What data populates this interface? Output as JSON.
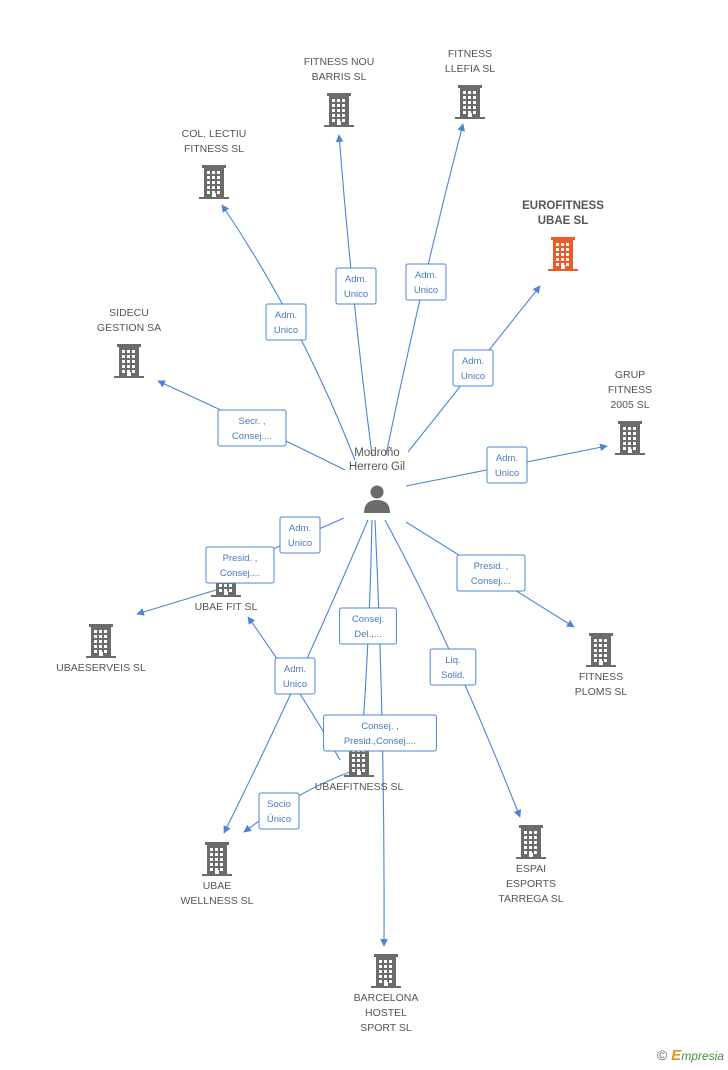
{
  "person": {
    "id": "person",
    "lines": [
      "Modroño",
      "Herrero Gil"
    ]
  },
  "companies": [
    {
      "id": "fitness_nou_barris",
      "lines": [
        "FITNESS NOU",
        "BARRIS SL"
      ],
      "highlight": false
    },
    {
      "id": "fitness_llefia",
      "lines": [
        "FITNESS",
        "LLEFIA SL"
      ],
      "highlight": false
    },
    {
      "id": "col_lectiu",
      "lines": [
        "COL. LECTIU",
        "FITNESS SL"
      ],
      "highlight": false
    },
    {
      "id": "eurofitness_ubae",
      "lines": [
        "EUROFITNESS",
        "UBAE SL"
      ],
      "highlight": true
    },
    {
      "id": "sidecu",
      "lines": [
        "SIDECU",
        "GESTION SA"
      ],
      "highlight": false
    },
    {
      "id": "grup_fitness",
      "lines": [
        "GRUP",
        "FITNESS",
        "2005 SL"
      ],
      "highlight": false
    },
    {
      "id": "ubae_fit",
      "lines": [
        "UBAE FIT SL"
      ],
      "highlight": false
    },
    {
      "id": "ubaeserveis",
      "lines": [
        "UBAESERVEIS SL"
      ],
      "highlight": false
    },
    {
      "id": "fitness_ploms",
      "lines": [
        "FITNESS",
        "PLOMS SL"
      ],
      "highlight": false
    },
    {
      "id": "ubaefitness",
      "lines": [
        "UBAEFITNESS SL"
      ],
      "highlight": false
    },
    {
      "id": "ubae_wellness",
      "lines": [
        "UBAE",
        "WELLNESS SL"
      ],
      "highlight": false
    },
    {
      "id": "espai_esports",
      "lines": [
        "ESPAI",
        "ESPORTS",
        "TARREGA SL"
      ],
      "highlight": false
    },
    {
      "id": "barcelona_hostel",
      "lines": [
        "BARCELONA",
        "HOSTEL",
        "SPORT  SL"
      ],
      "highlight": false
    }
  ],
  "edges": [
    {
      "from": "person",
      "to": "fitness_nou_barris",
      "label": [
        "Adm.",
        "Unico"
      ]
    },
    {
      "from": "person",
      "to": "fitness_llefia",
      "label": [
        "Adm.",
        "Unico"
      ]
    },
    {
      "from": "person",
      "to": "col_lectiu",
      "label": [
        "Adm.",
        "Unico"
      ]
    },
    {
      "from": "person",
      "to": "eurofitness_ubae",
      "label": [
        "Adm.",
        "Unico"
      ]
    },
    {
      "from": "person",
      "to": "sidecu",
      "label": [
        "Secr. ,",
        "Consej...."
      ]
    },
    {
      "from": "person",
      "to": "grup_fitness",
      "label": [
        "Adm.",
        "Unico"
      ]
    },
    {
      "from": "person",
      "to": "ubae_fit",
      "label": [
        "Adm.",
        "Unico"
      ]
    },
    {
      "from": "ubae_fit",
      "to": "ubaeserveis",
      "label": [
        "Presid. ,",
        "Consej...."
      ]
    },
    {
      "from": "person",
      "to": "fitness_ploms",
      "label": [
        "Presid. ,",
        "Consej...."
      ]
    },
    {
      "from": "person",
      "to": "ubaefitness",
      "label": [
        "Consej.",
        "Del.,..."
      ]
    },
    {
      "from": "ubaefitness",
      "to": "ubae_fit",
      "label": [
        "Adm.",
        "Unico"
      ]
    },
    {
      "from": "person",
      "to": "ubae_wellness",
      "label": [
        "Consej. ,",
        "Presid.,Consej...."
      ]
    },
    {
      "from": "ubaefitness",
      "to": "ubae_wellness",
      "label": [
        "Socio",
        "Único"
      ]
    },
    {
      "from": "person",
      "to": "espai_esports",
      "label": [
        "Liq.",
        "Solid."
      ]
    },
    {
      "from": "person",
      "to": "barcelona_hostel",
      "label": []
    }
  ],
  "footer": {
    "copyright": "©",
    "brand_initial": "E",
    "brand_rest": "mpresia"
  },
  "colors": {
    "edge": "#4a86d4",
    "building": "#6b6b6b",
    "highlight": "#f05a28",
    "label_text": "#4a7bbf"
  },
  "icons": {
    "company": "building-icon",
    "person": "person-icon"
  }
}
